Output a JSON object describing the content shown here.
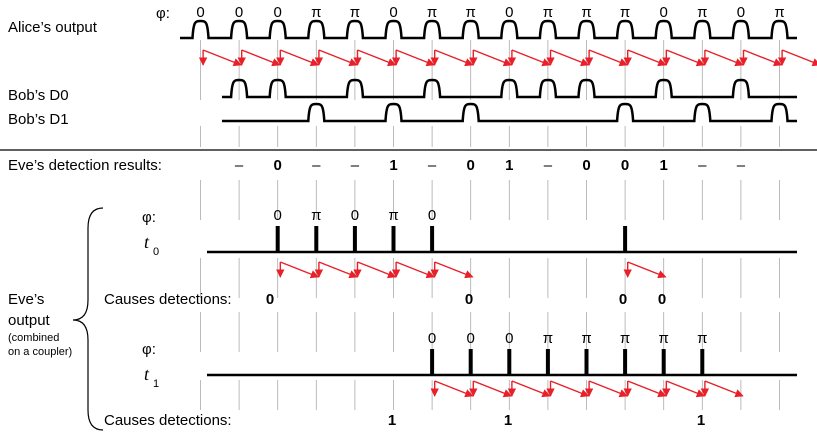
{
  "colors": {
    "arrow": "#e8202a",
    "line": "#000000",
    "grid": "#aaaaaa"
  },
  "phi_label": "φ:",
  "alice": {
    "label": "Alice’s output",
    "phases": [
      "0",
      "0",
      "0",
      "π",
      "π",
      "0",
      "π",
      "π",
      "0",
      "π",
      "π",
      "π",
      "0",
      "π",
      "0",
      "π"
    ]
  },
  "bob": {
    "d0_label": "Bob’s D0",
    "d1_label": "Bob’s D1",
    "d0_slots": [
      1,
      2,
      4,
      6,
      8,
      9,
      10,
      12,
      14
    ],
    "d1_slots": [
      3,
      5,
      7,
      11,
      13,
      15
    ]
  },
  "eve_detection": {
    "label": "Eve’s detection results:",
    "results": [
      "–",
      "0",
      "–",
      "–",
      "1",
      "–",
      "0",
      "1",
      "–",
      "0",
      "0",
      "1",
      "–",
      "–"
    ]
  },
  "eve_output": {
    "label_lines": [
      "Eve’s",
      "output"
    ],
    "note_lines": [
      "(combined",
      "on a coupler)"
    ],
    "t0": {
      "t_letter": "t",
      "t_sub": "0",
      "phases": [
        "0",
        "π",
        "0",
        "π",
        "0"
      ],
      "pulse_slots": [
        2,
        3,
        4,
        5,
        6,
        11
      ],
      "caption": "Causes detections:",
      "detections": [
        "0",
        "0",
        "0",
        "0"
      ]
    },
    "t1": {
      "t_letter": "t",
      "t_sub": "1",
      "phases": [
        "0",
        "0",
        "0",
        "π",
        "π",
        "π",
        "π",
        "π"
      ],
      "pulse_slots": [
        6,
        7,
        8,
        9,
        10,
        11,
        12,
        13
      ],
      "caption": "Causes detections:",
      "detections": [
        "1",
        "1",
        "1"
      ]
    }
  }
}
